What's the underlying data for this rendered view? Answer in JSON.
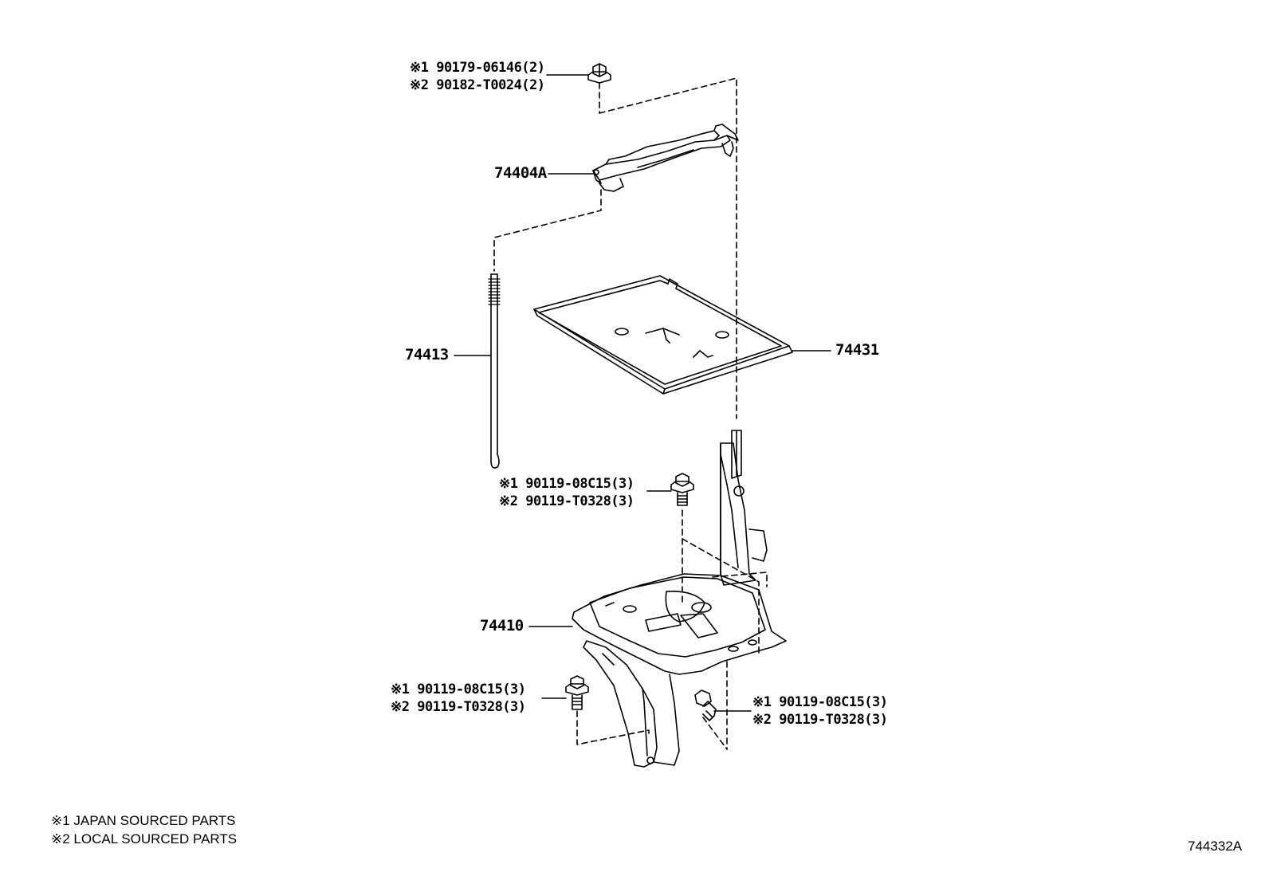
{
  "part_numbers": {
    "bracket_clamp": "74404A",
    "hold_rod": "74413",
    "tray": "74431",
    "carrier": "74410"
  },
  "callouts": {
    "top_nut": [
      "※1 90179-06146(2)",
      "※2 90182-T0024(2)"
    ],
    "mid_bolt": [
      "※1 90119-08C15(3)",
      "※2 90119-T0328(3)"
    ],
    "lower_left_bolt": [
      "※1 90119-08C15(3)",
      "※2 90119-T0328(3)"
    ],
    "lower_right_bolt": [
      "※1 90119-08C15(3)",
      "※2 90119-T0328(3)"
    ]
  },
  "notes": [
    "※1 JAPAN SOURCED PARTS",
    "※2 LOCAL SOURCED PARTS"
  ],
  "diagram_code": "744332A"
}
